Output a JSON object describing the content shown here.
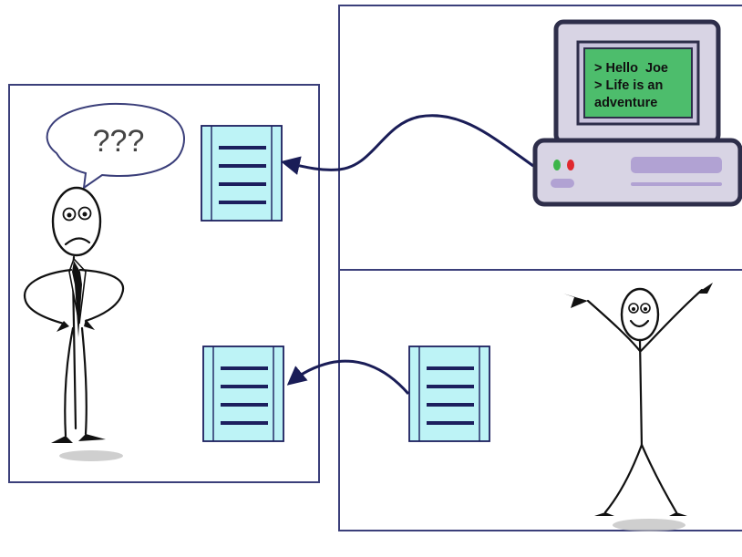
{
  "speech_bubble": {
    "text": "???"
  },
  "computer": {
    "screen_lines": [
      "> Hello  Joe",
      "> Life is an",
      "adventure"
    ]
  },
  "colors": {
    "panel_border": "#3b3f7a",
    "document_fill": "#bdf3f6",
    "document_lines": "#1c1f5e",
    "arrow": "#1a1d57",
    "screen_fill": "#4dbd6c",
    "monitor_fill": "#d8d4e4",
    "monitor_border": "#2e2e4a",
    "accent_purple": "#b1a2d3",
    "led_green": "#3db54a",
    "led_red": "#e0282e"
  }
}
